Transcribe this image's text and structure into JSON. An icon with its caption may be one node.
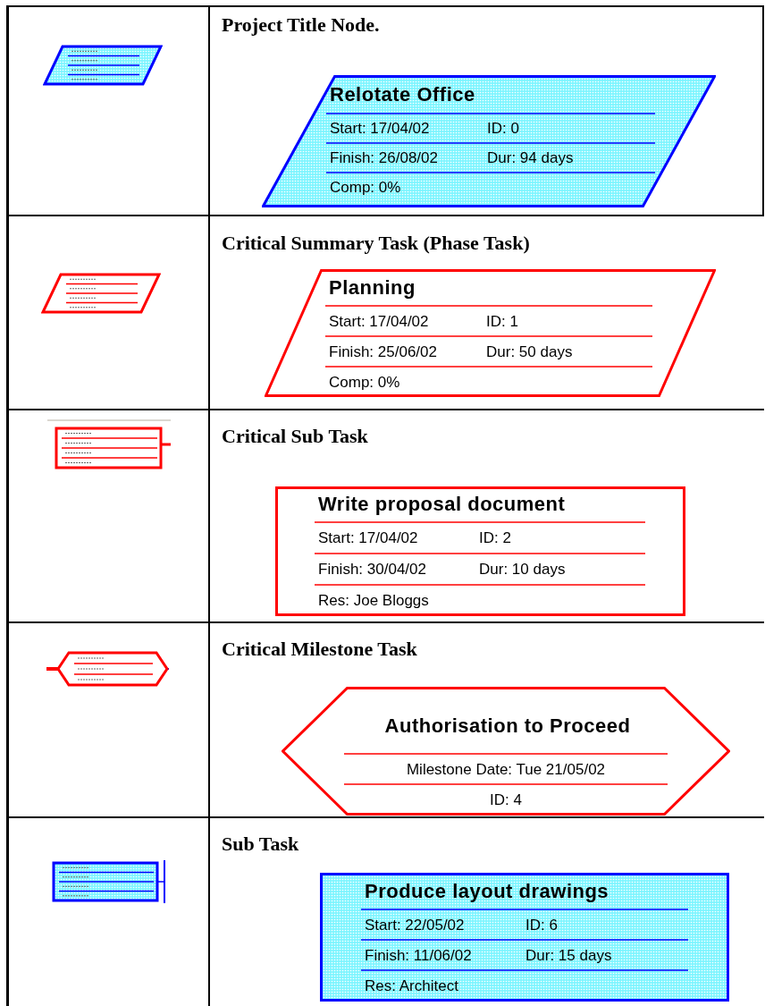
{
  "diagram": {
    "nodes": [
      {
        "text": [],
        "shape": "parallelogram"
      },
      {
        "text": [
          "Relotate Office",
          "Start: 17/04/02",
          "ID: 0",
          "Finish: 26/08/02",
          "Dur: 94 days",
          "Comp: 0%"
        ]
      },
      {
        "text": [],
        "shape": "parallelogram"
      },
      {
        "text": [
          "Planning",
          "Start: 17/04/02",
          "ID: 1",
          "Finish: 25/06/02",
          "Dur: 50 days",
          "Comp: 0%"
        ]
      },
      {
        "text": [],
        "shape": "box"
      },
      {
        "text": [
          "Write proposal document",
          "Start: 17/04/02",
          "ID: 2",
          "Finish: 30/04/02",
          "Dur: 10 days",
          "Res: Joe Bloggs"
        ]
      },
      {
        "text": [],
        "shape": "hexagon"
      },
      {
        "text": [
          "Authorisation to Proceed",
          "Milestone Date: Tue 21/05/02",
          "ID: 4"
        ]
      },
      {
        "text": [],
        "shape": "box"
      },
      {
        "text": [
          "Produce layout drawings",
          "Start: 22/05/02",
          "ID: 6",
          "Finish: 11/06/02",
          "Dur: 15 days",
          "Res: Architect"
        ]
      }
    ],
    "labels": [
      "Project Title Node.",
      "Critical Summary Task (Phase Task)",
      "Critical Sub Task",
      "Critical Milestone Task",
      "Sub Task"
    ]
  }
}
